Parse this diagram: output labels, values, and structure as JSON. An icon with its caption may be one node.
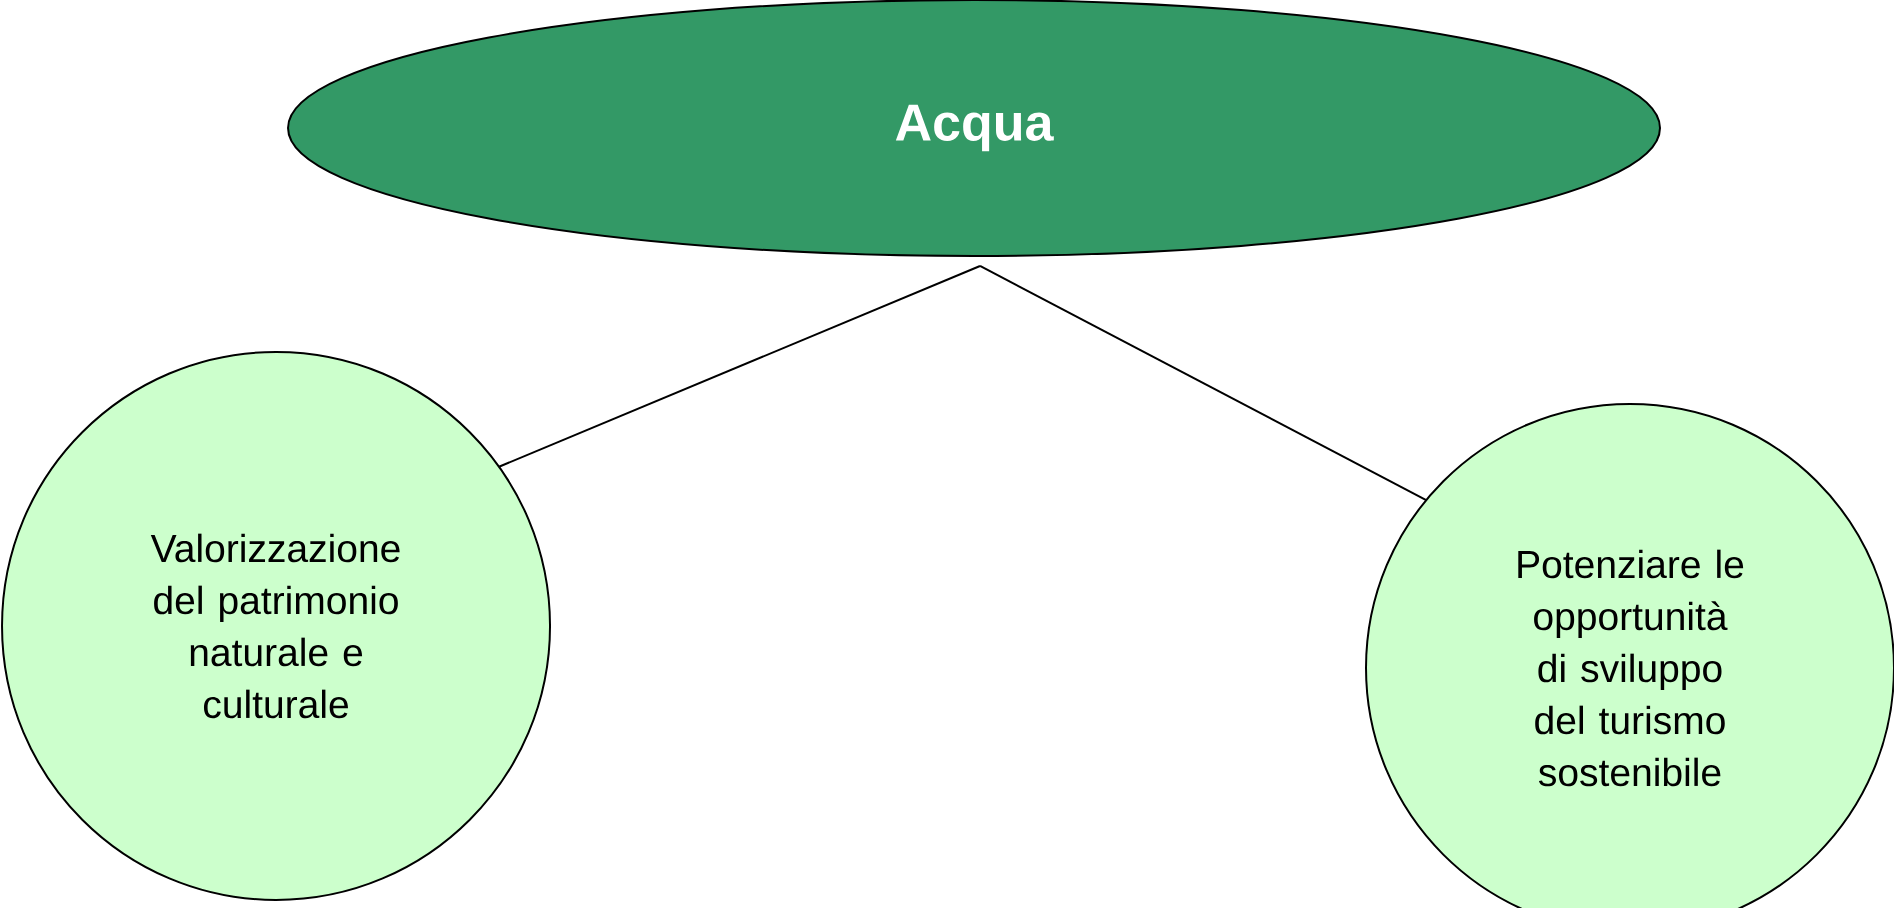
{
  "diagram": {
    "nodes": [
      {
        "text": [
          "Acqua"
        ]
      },
      {
        "text": [
          "Valorizzazione del patrimonio naturale e culturale"
        ]
      },
      {
        "text": [
          "Potenziare le opportunità di sviluppo del turismo sostenibile"
        ]
      }
    ],
    "edges": [
      {
        "from": 0,
        "to": 1,
        "arrow": "none"
      },
      {
        "from": 0,
        "to": 2,
        "arrow": "none"
      }
    ]
  }
}
